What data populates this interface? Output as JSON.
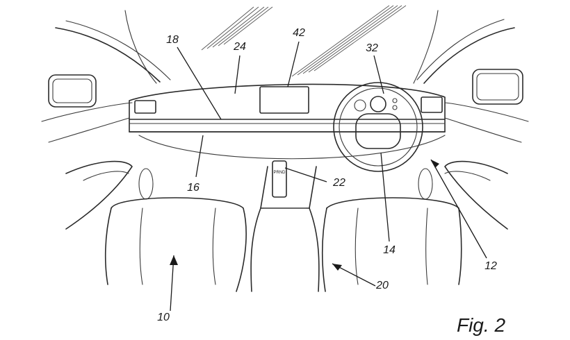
{
  "figure": {
    "caption": "Fig. 2",
    "references": [
      {
        "id": "ref-18",
        "label": "18"
      },
      {
        "id": "ref-24",
        "label": "24"
      },
      {
        "id": "ref-42",
        "label": "42"
      },
      {
        "id": "ref-32",
        "label": "32"
      },
      {
        "id": "ref-16",
        "label": "16"
      },
      {
        "id": "ref-22",
        "label": "22"
      },
      {
        "id": "ref-14",
        "label": "14"
      },
      {
        "id": "ref-12",
        "label": "12"
      },
      {
        "id": "ref-20",
        "label": "20"
      },
      {
        "id": "ref-10",
        "label": "10"
      }
    ],
    "gear_letters": "PRND"
  }
}
